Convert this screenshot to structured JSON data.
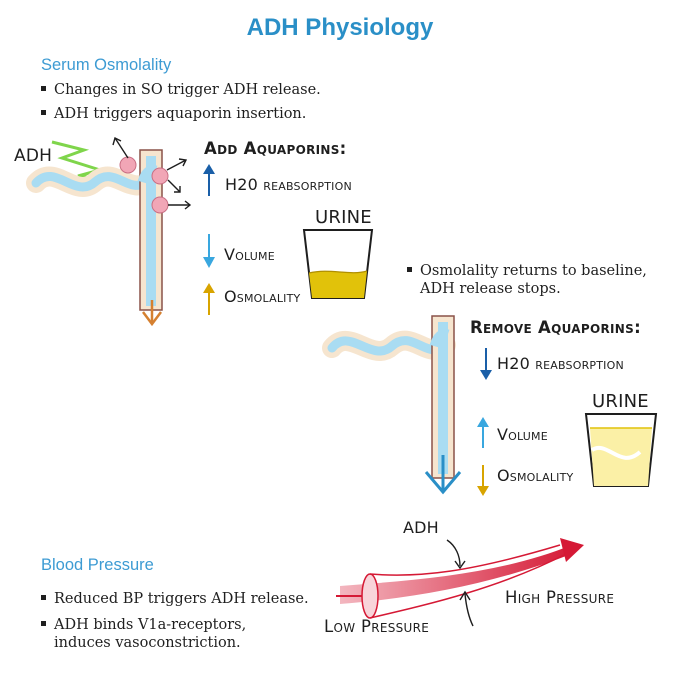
{
  "title": "ADH Physiology",
  "serum": {
    "heading": "Serum Osmolality",
    "bullets": [
      "Changes in SO trigger ADH release.",
      "ADH triggers aquaporin insertion."
    ],
    "adh_label": "ADH",
    "add_aquaporins": "Add Aquaporins:",
    "h2o_reabsorption": "H20 reabsorption",
    "volume": "Volume",
    "osmolality": "Osmolality",
    "urine": "URINE"
  },
  "baseline": {
    "bullet": "Osmolality returns to baseline, ADH release stops.",
    "bullet_line1": "Osmolality returns to baseline,",
    "bullet_line2": "ADH release stops.",
    "remove_aquaporins": "Remove Aquaporins:",
    "h2o_reabsorption": "H20 reabsorption",
    "volume": "Volume",
    "osmolality": "Osmolality",
    "urine": "URINE"
  },
  "blood_pressure": {
    "heading": "Blood Pressure",
    "bullet1": "Reduced BP triggers ADH release.",
    "bullet2_line1": "ADH binds V1a-receptors,",
    "bullet2_line2": "induces vasoconstriction.",
    "adh_label": "ADH",
    "low_pressure": "Low Pressure",
    "high_pressure": "High Pressure"
  },
  "colors": {
    "title": "#2a8fc7",
    "heading": "#3d9bd3",
    "up_arrow_dark": "#1a5fa8",
    "down_arrow_light": "#39a7df",
    "osmolality_arrow": "#d8a400",
    "urine_dark": "#e1c20a",
    "urine_light": "#fbf0a6",
    "tubule_lumen": "#a9dcf2",
    "tubule_wall": "#f6e5cf",
    "aquaporin": "#f1a6b6",
    "vessel": "#d51935",
    "adh_signal": "#7fd54b"
  },
  "icons": [
    "adh-lightning-icon",
    "aquaporin-icon",
    "up-arrow-icon",
    "down-arrow-icon",
    "urine-cup-icon",
    "vessel-icon"
  ]
}
